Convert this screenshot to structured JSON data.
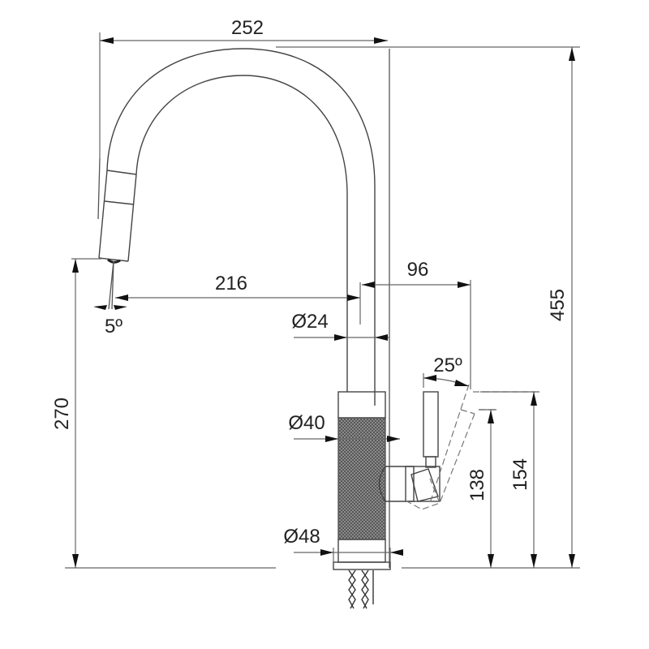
{
  "drawing": {
    "subject": "kitchen faucet with pull-out spout",
    "units": "mm",
    "colors": {
      "line": "#555555",
      "text": "#222222",
      "knurl": "#555555",
      "background": "#ffffff"
    }
  },
  "dimensions": {
    "spout_reach_total": "252",
    "spout_reach_outlet": "216",
    "handle_offset": "96",
    "total_height": "455",
    "outlet_height": "270",
    "handle_height_top": "154",
    "handle_height_rest": "138",
    "spout_diameter": "Ø24",
    "body_diameter": "Ø40",
    "base_diameter": "Ø48",
    "spray_angle": "5º",
    "handle_angle": "25º"
  }
}
